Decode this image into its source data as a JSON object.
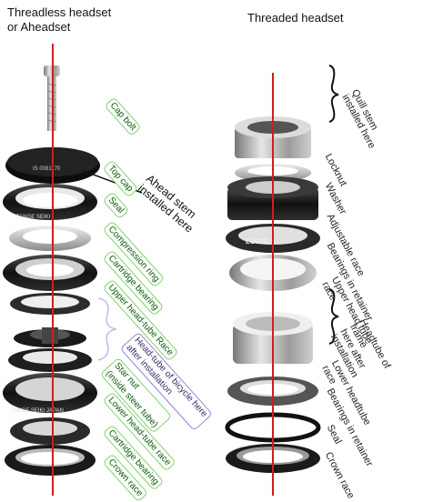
{
  "left_title": "Threadless headset\nor Aheadset",
  "right_title": "Threaded headset",
  "ahead_note": "Ahead stem\ninstalled here",
  "left_labels": [
    "Cap bolt",
    "Top cap",
    "Seal",
    "Compression ring",
    "Cartridge bearing",
    "Upper head-tube Race",
    "Star nut\n(inside steer tube)",
    "Lower head-tube race",
    "Cartridge bearing",
    "Crown race"
  ],
  "left_headtube_note": "Head-tube of bicycle here\nafter installation",
  "right_labels": [
    "Quill stem\ninstalled here",
    "Locknut",
    "Washer",
    "Adjustable race",
    "Bearings in retainer",
    "Upper head tube race",
    "Headtube of frame\nhere after installation",
    "Lower headtube race",
    "Bearings in retainer",
    "Seal",
    "Crown race"
  ],
  "part_markings": {
    "top_cap_text": "IS 0081170",
    "left_race_text": "TANGE SEIKI",
    "left_lower_text": "TANGE SEIKI JAPAN",
    "right_race_text": "LOGIC"
  },
  "colors": {
    "center_line": "#cc1f1f",
    "green_label_border": "#7fd36b",
    "purple_label_border": "#9a80d8",
    "parts_dark": "#1b1b1b",
    "parts_silver": "#b9b9b9"
  }
}
